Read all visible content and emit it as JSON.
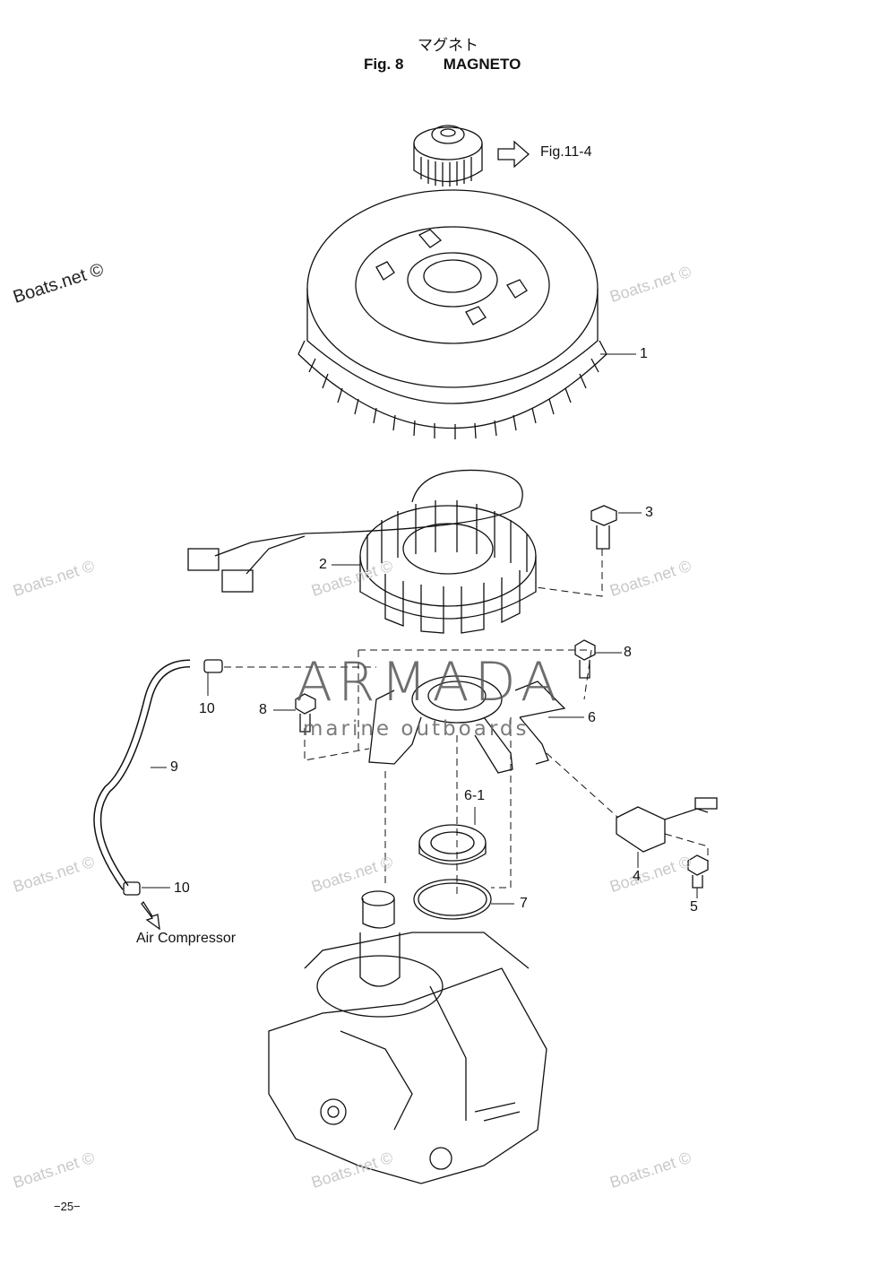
{
  "header": {
    "title_jp": "マグネト",
    "fig_num": "Fig. 8",
    "fig_title": "MAGNETO"
  },
  "references": {
    "fig_ref": "Fig.11-4",
    "air_compressor": "Air Compressor"
  },
  "callouts": [
    "1",
    "2",
    "3",
    "4",
    "5",
    "6",
    "6-1",
    "7",
    "8",
    "8",
    "9",
    "10",
    "10"
  ],
  "watermarks": {
    "site": "Boats.net ©",
    "brand": "ARMADA",
    "brand_sub": "marine outboards"
  },
  "footer": {
    "page": "−25−"
  }
}
